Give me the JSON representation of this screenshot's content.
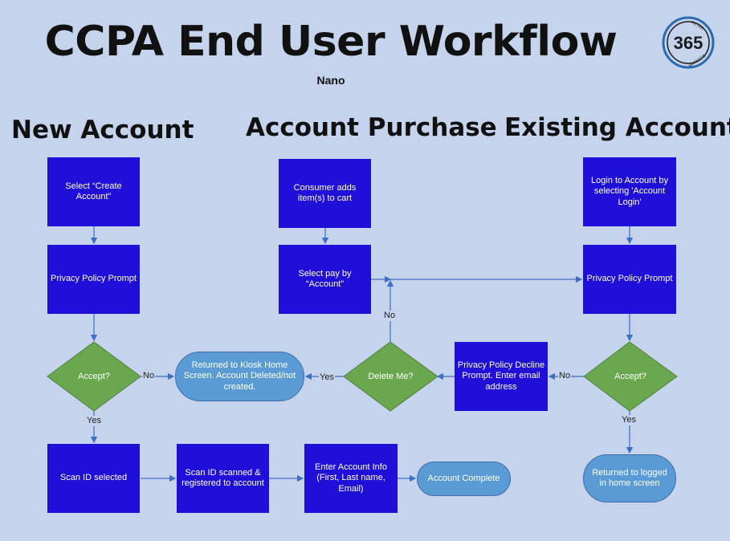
{
  "title": "CCPA End User Workflow",
  "subtitle": "Nano",
  "logo": {
    "number": "365",
    "top_text": "RETAIL",
    "bottom_text": "MARKETS",
    "ring_color": "#2b6cb0"
  },
  "sections": {
    "new_account": "New Account",
    "account_purchase": "Account Purchase",
    "existing_account": "Existing Account"
  },
  "nodes": {
    "select_create": "Select “Create Account”",
    "privacy_prompt_new": "Privacy Policy Prompt",
    "accept_new": "Accept?",
    "returned_kiosk": "Returned to Kiosk Home Screen. Account Deleted/not created.",
    "scan_id_selected": "Scan ID selected",
    "scan_id_scanned": "Scan ID scanned & registered to account",
    "enter_account_info": "Enter Account Info (First, Last name, Email)",
    "account_complete": "Account Complete",
    "consumer_adds": "Consumer adds item(s) to cart",
    "select_pay": "Select pay by “Account”",
    "delete_me": "Delete Me?",
    "login_account": "Login to Account by selecting 'Account Login'",
    "privacy_prompt_existing": "Privacy Policy Prompt",
    "privacy_decline": "Privacy Policy Decline Prompt. Enter email address",
    "accept_existing": "Accept?",
    "returned_logged_in": "Returned to logged in home screen"
  },
  "edge_labels": {
    "no_new": "No",
    "yes_new": "Yes",
    "yes_delete": "Yes",
    "no_delete": "No",
    "no_existing": "No",
    "yes_existing": "Yes"
  },
  "colors": {
    "background": "#c5d3ec",
    "process_box": "#1f0fd9",
    "decision": "#6aa84f",
    "terminal": "#5b9bd5",
    "connector": "#3d6fc4"
  }
}
